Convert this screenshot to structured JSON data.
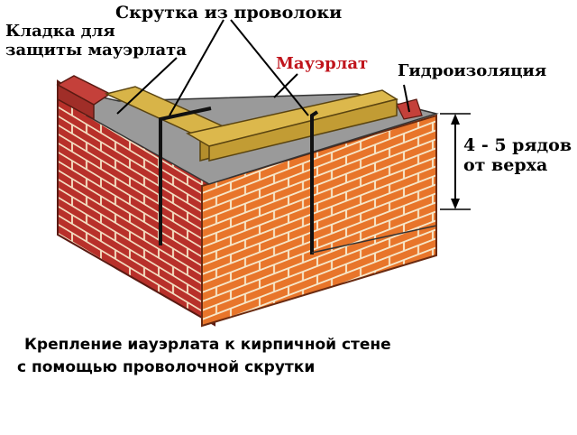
{
  "labels": {
    "wire_twist": "Скрутка из проволоки",
    "protective_masonry_1": "Кладка для",
    "protective_masonry_2": "защиты мауэрлата",
    "mauerlat": "Мауэрлат",
    "waterproofing": "Гидроизоляция",
    "rows_1": "4 - 5 рядов",
    "rows_2": "от верха"
  },
  "caption": {
    "line1": "Крепление иауэрлата к кирпичной стене",
    "line2": "с помощью проволочной скрутки"
  },
  "colors": {
    "brick_front": "#e8752a",
    "brick_side": "#b8302a",
    "mortar": "#f6e6c8",
    "beam": "#d8b448",
    "beam_shade": "#b48e2c",
    "waterproofing": "#9a9a9a",
    "mauerlat_label": "#c0141c"
  }
}
